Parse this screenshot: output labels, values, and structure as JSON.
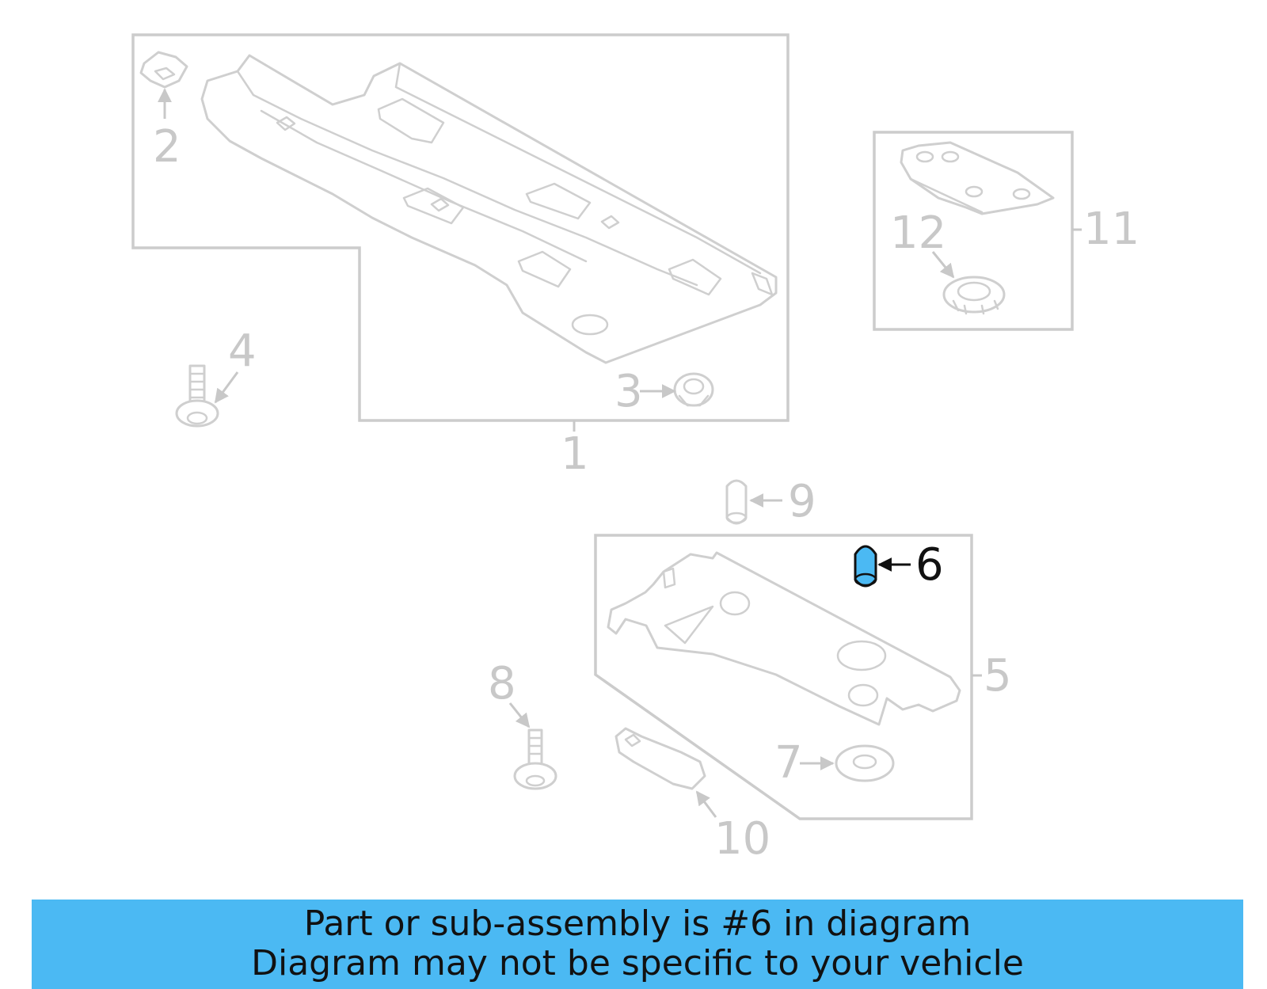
{
  "callouts": {
    "n1": "1",
    "n2": "2",
    "n3": "3",
    "n4": "4",
    "n5": "5",
    "n6": "6",
    "n7": "7",
    "n8": "8",
    "n9": "9",
    "n10": "10",
    "n11": "11",
    "n12": "12"
  },
  "highlighted_part": "6",
  "banner": {
    "line1": "Part or sub-assembly is #6 in diagram",
    "line2": "Diagram may not be specific to your vehicle"
  },
  "colors": {
    "banner_bg": "#4bb9f3",
    "highlight_fill": "#4bb9f3",
    "part_stroke": "#cfcfcf",
    "label_gray": "#c8c8c8",
    "label_active": "#111111"
  }
}
